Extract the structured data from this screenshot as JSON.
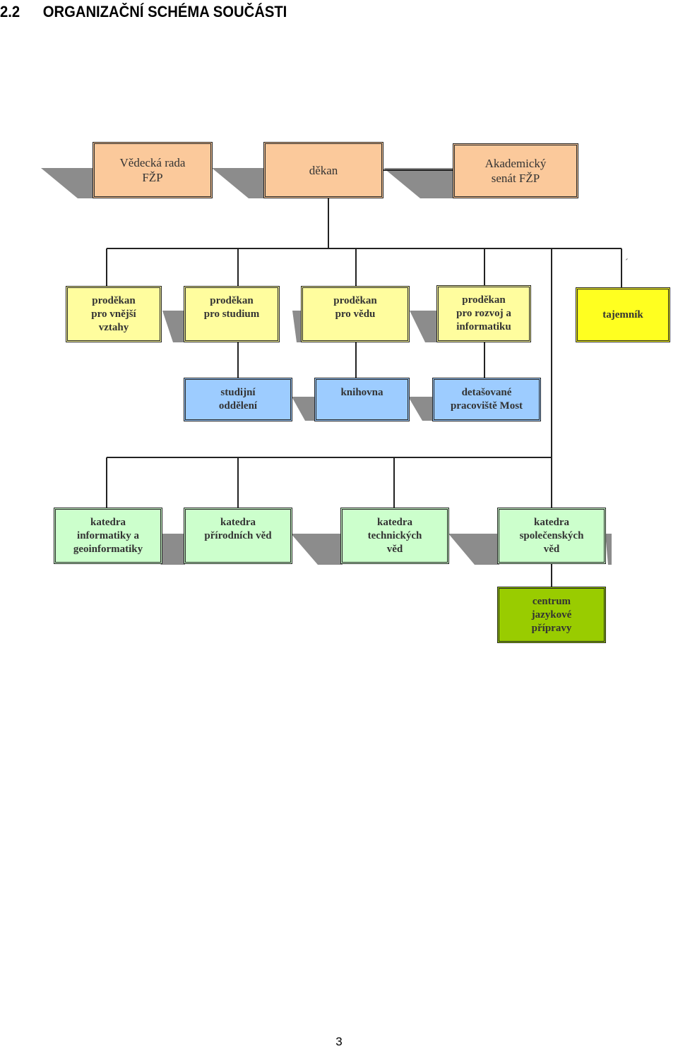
{
  "heading": {
    "number": "2.2",
    "title": "ORGANIZAČNÍ SCHÉMA SOUČÁSTI"
  },
  "colors": {
    "top_level": "#fbc99b",
    "vice_deans": "#fffd9e",
    "secretary": "#ffff20",
    "services": "#9dccff",
    "departments": "#ccffcc",
    "language_centre": "#99cc00",
    "shadow": "#8c8c8c",
    "connector": "#222222"
  },
  "nodes": {
    "scientific_board": "Vědecká rada\nFŽP",
    "dean": "děkan",
    "academic_senate": "Akademický\nsenát FŽP",
    "vd_external": "proděkan\npro vnější\nvztahy",
    "vd_study": "proděkan\npro studium",
    "vd_science": "proděkan\npro vědu",
    "vd_development": "proděkan\npro rozvoj a\ninformatiku",
    "secretary": "tajemník",
    "study_office": "studijní\noddělení",
    "library": "knihovna",
    "branch_most": "detašované\npracoviště Most",
    "dept_informatics": "katedra\ninformatiky a\ngeoinformatiky",
    "dept_natural": "katedra\npřírodních věd",
    "dept_technical": "katedra\ntechnických\nvěd",
    "dept_social": "katedra\nspolečenských\nvěd",
    "language_centre": "centrum\njazykové\npřípravy"
  },
  "stray_mark": "´",
  "page_number": "3"
}
